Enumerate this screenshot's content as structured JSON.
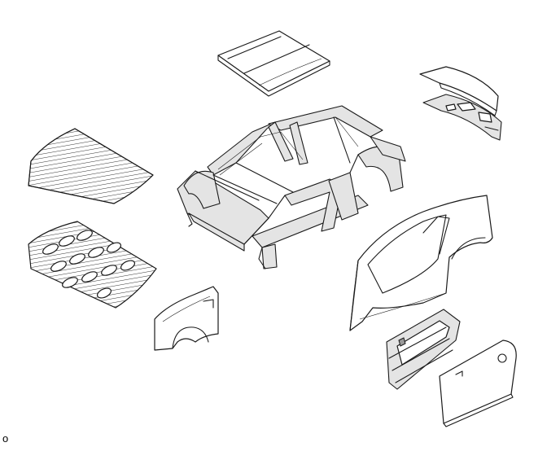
{
  "figure": {
    "code": "o",
    "components": [
      "roof-panel",
      "trunk-lid",
      "hood",
      "body-shell",
      "quarter-panel",
      "front-fender",
      "door"
    ]
  },
  "colors": {
    "line": "#1a1a1a",
    "panel": "#ffffff",
    "frame-fill": "#e4e4e4",
    "background": "#ffffff"
  }
}
